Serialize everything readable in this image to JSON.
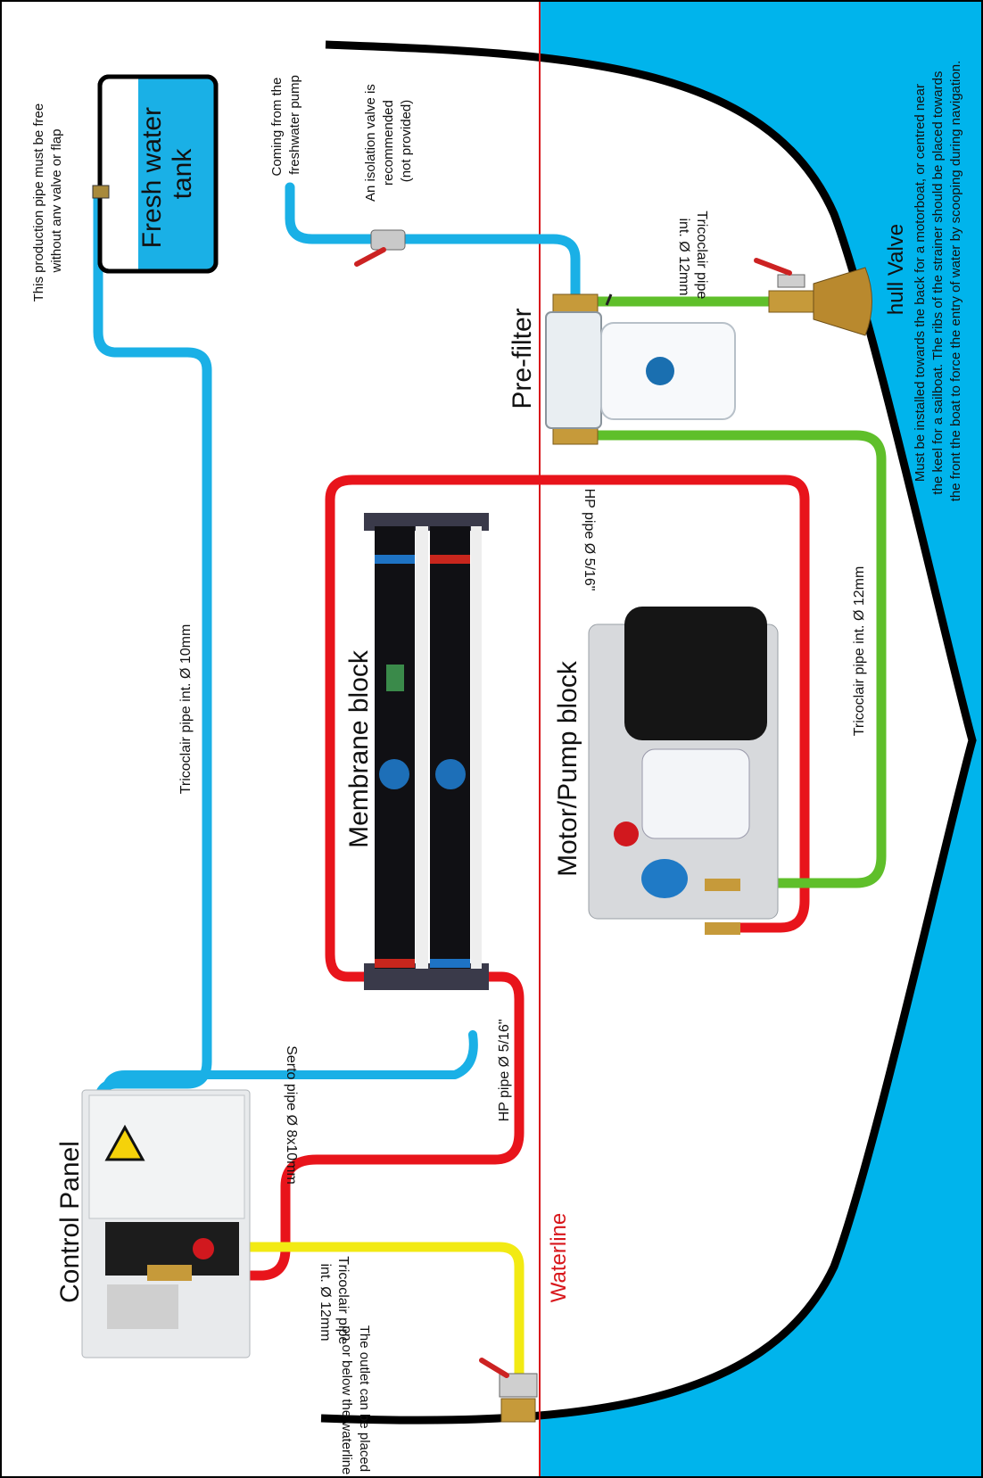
{
  "labels": {
    "fresh_water_tank": [
      "Fresh water",
      "tank"
    ],
    "production_pipe_note": [
      "This production pipe must be free",
      "without anv valve or flap"
    ],
    "tricoclair_10mm": "Tricoclair pipe int. Ø 10mm",
    "coming_from_pump": [
      "Coming from the",
      "freshwater pump"
    ],
    "isolation_valve": [
      "An isolation valve is",
      "recommended",
      "(not provided)"
    ],
    "tricoclair_12mm_top": [
      "Tricoclair pipe",
      "int. Ø 12mm"
    ],
    "pre_filter": "Pre-filter",
    "hp_pipe_top": "HP pipe Ø 5/16\"",
    "membrane_block": "Membrane block",
    "tricoclair_12mm_right": "Tricoclair pipe int. Ø 12mm",
    "motor_pump_block": "Motor/Pump block",
    "hull_valve": "hull Valve",
    "hull_valve_note": [
      "Must be installed towards the back for a motorboat, or centred near",
      "the keel for a sailboat. The ribs of the strainer should be placed towards",
      "the front the boat to force the entry of water by scooping during navigation."
    ],
    "hp_pipe_bottom": "HP pipe Ø 5/16\"",
    "serto_pipe": "Serto pipe Ø 8x10mm",
    "control_panel": "Control Panel",
    "tricoclair_12mm_bottom": [
      "Tricoclair pipe",
      "int. Ø 12mm"
    ],
    "waterline": "Waterline",
    "outlet_note": [
      "The outlet can be placed",
      "on or below the waterline"
    ]
  },
  "colors": {
    "sea": "#00b4ec",
    "fresh_pipe": "#1ab0e6",
    "hp_pipe": "#e8141b",
    "sea_pipe": "#5fbf2a",
    "brine_pipe": "#f2ea13",
    "hull": "#000000",
    "waterline": "#d8161b"
  }
}
